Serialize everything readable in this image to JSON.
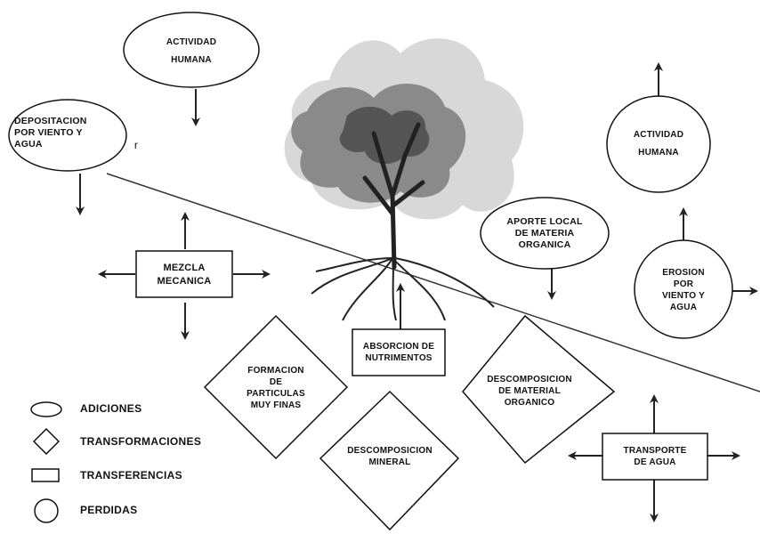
{
  "nodes": {
    "actividad_humana_top": "ACTIVIDAD\nHUMANA",
    "depositacion": "DEPOSITACION\nPOR VIENTO Y\nAGUA",
    "actividad_humana_right": "ACTIVIDAD\nHUMANA",
    "aporte_local": "APORTE LOCAL\nDE MATERIA\nORGANICA",
    "erosion": "EROSION\nPOR\nVIENTO Y\nAGUA",
    "mezcla_mecanica": "MEZCLA\nMECANICA",
    "absorcion": "ABSORCION DE\nNUTRIMENTOS",
    "transporte_agua": "TRANSPORTE\nDE AGUA",
    "formacion_particulas": "FORMACION\nDE\nPARTICULAS\nMUY FINAS",
    "descomposicion_mineral": "DESCOMPOSICION\nMINERAL",
    "descomposicion_organico": "DESCOMPOSICION\nDE MATERIAL\nORGANICO"
  },
  "stray_mark": "r",
  "legend": {
    "adiciones": "ADICIONES",
    "transformaciones": "TRANSFORMACIONES",
    "transferencias": "TRANSFERENCIAS",
    "perdidas": "PERDIDAS"
  },
  "colors": {
    "ink": "#111111",
    "shape_fill": "#ffffff",
    "tree_foliage": "#8a8a8a"
  }
}
